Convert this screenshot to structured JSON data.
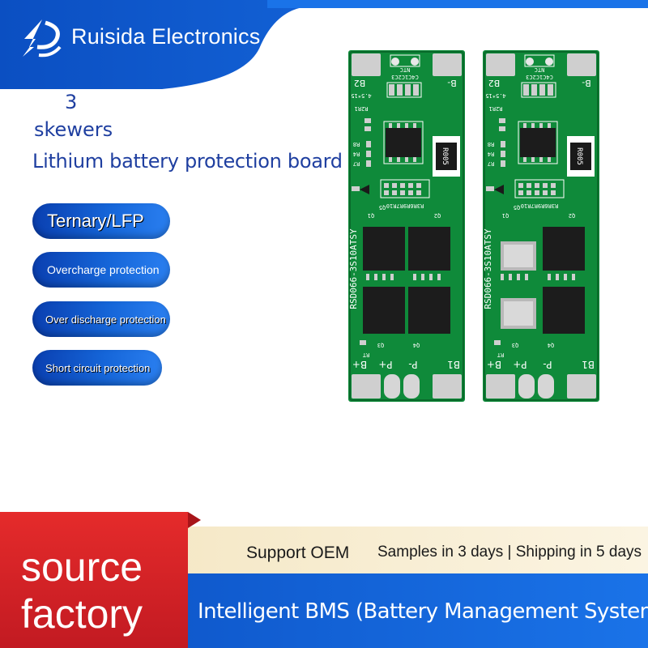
{
  "brand": {
    "name": "Ruisida Electronics",
    "logo_icon": "stylized-s-icon"
  },
  "headline": {
    "count": "3",
    "series": "skewers",
    "title": "Lithium battery protection board"
  },
  "features": [
    {
      "label": "Ternary/LFP"
    },
    {
      "label": "Overcharge protection"
    },
    {
      "label": "Over discharge protection"
    },
    {
      "label": "Short circuit protection"
    }
  ],
  "boards": [
    {
      "model": "RSD066-3S10ATSY",
      "top_labels": {
        "b2": "B2",
        "b_minus": "B-",
        "caps": "C4C1C2C3",
        "ntc": "NTC",
        "ref": "4.5*15"
      },
      "side_labels": {
        "r2r1": "R2R1",
        "r8": "R8",
        "r4": "R4",
        "r7": "R7",
        "mid": "R3R6R9R7R10",
        "q1": "Q1",
        "q5": "Q5",
        "q2": "Q2",
        "q3": "Q3",
        "q4": "Q4",
        "rt": "RT"
      },
      "resistor": "R005",
      "terminals": {
        "b_plus": "B+",
        "p_plus": "P+",
        "p_minus": "P-",
        "b1": "B1"
      }
    },
    {
      "model": "RSD066-3S10ATSY",
      "top_labels": {
        "b2": "B2",
        "b_minus": "B-",
        "caps": "C4C1C2C3",
        "ntc": "NTC",
        "ref": "4.5*15"
      },
      "side_labels": {
        "r2r1": "R2R1",
        "r8": "R8",
        "r4": "R4",
        "r7": "R7",
        "mid": "R3R6R9R7R10",
        "q1": "Q1",
        "q5": "Q5",
        "q2": "Q2",
        "q3": "Q3",
        "q4": "Q4",
        "rt": "RT"
      },
      "resistor": "R005",
      "terminals": {
        "b_plus": "B+",
        "p_plus": "P+",
        "p_minus": "P-",
        "b1": "B1"
      }
    }
  ],
  "bottom": {
    "source": "source",
    "factory": "factory",
    "oem": "Support OEM",
    "samples": "Samples in 3 days | Shipping in 5 days",
    "bms": "Intelligent BMS (Battery Management System)"
  },
  "colors": {
    "brand_blue": "#1565d8",
    "deep_blue": "#0a3fb0",
    "pcb_green": "#0f8a3a",
    "pad_silver": "#c9c9c9",
    "red_accent": "#d8202a",
    "gold_band": "#f3e9c9"
  }
}
